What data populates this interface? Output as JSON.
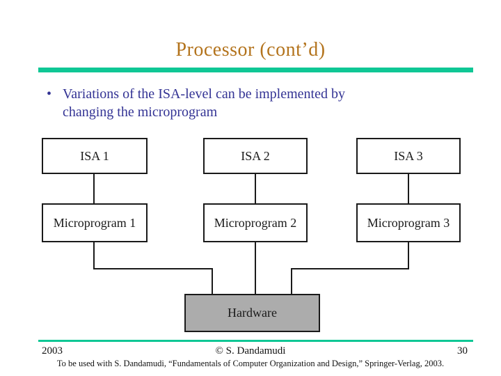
{
  "slide": {
    "title": "Processor (cont’d)",
    "bullet": "Variations of the ISA-level can be implemented by changing the microprogram",
    "bullet_marker": "•",
    "colors": {
      "title_text": "#B3731C",
      "bullet_text": "#333394",
      "accent_bar": "#0FC795",
      "hardware_fill": "#ACACAC",
      "box_border": "#1a1a1a"
    }
  },
  "diagram": {
    "isa_boxes": [
      {
        "label": "ISA 1"
      },
      {
        "label": "ISA 2"
      },
      {
        "label": "ISA 3"
      }
    ],
    "micro_boxes": [
      {
        "label": "Microprogram 1"
      },
      {
        "label": "Microprogram 2"
      },
      {
        "label": "Microprogram 3"
      }
    ],
    "hardware": {
      "label": "Hardware"
    }
  },
  "footer": {
    "year": "2003",
    "copyright": "© S. Dandamudi",
    "page_number": "30",
    "citation": "To be used with S. Dandamudi, “Fundamentals of Computer Organization and Design,” Springer-Verlag, 2003."
  }
}
